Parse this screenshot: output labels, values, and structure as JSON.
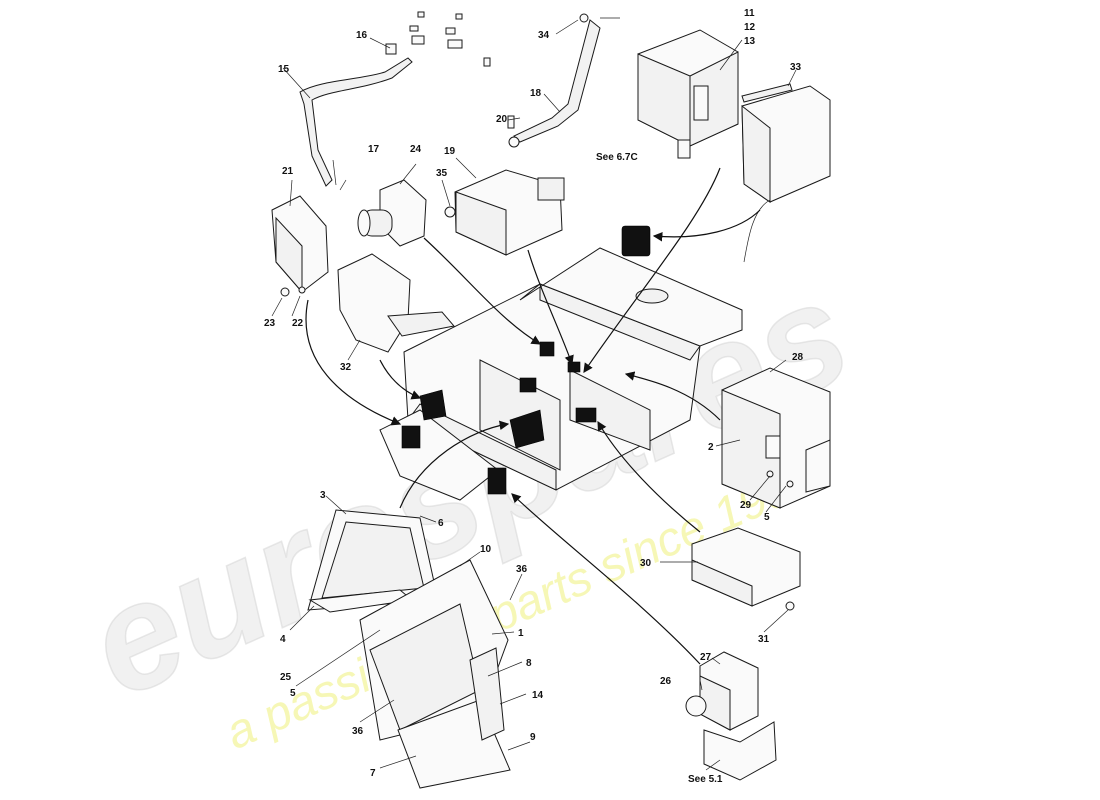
{
  "watermark": {
    "brand": "eurospares",
    "tagline": "a passion for parts since 1985"
  },
  "labels": {
    "n1": "1",
    "n2": "2",
    "n3": "3",
    "n4": "4",
    "n5a": "5",
    "n5b": "5",
    "n6": "6",
    "n7": "7",
    "n8": "8",
    "n9": "9",
    "n10": "10",
    "n11": "11",
    "n12": "12",
    "n13": "13",
    "n14": "14",
    "n15": "15",
    "n16": "16",
    "n17": "17",
    "n18": "18",
    "n19": "19",
    "n20": "20",
    "n21": "21",
    "n22": "22",
    "n23": "23",
    "n24": "24",
    "n25": "25",
    "n26": "26",
    "n27": "27",
    "n28": "28",
    "n29": "29",
    "n30": "30",
    "n31": "31",
    "n32": "32",
    "n33": "33",
    "n34": "34",
    "n35": "35",
    "n36a": "36",
    "n36b": "36"
  },
  "references": {
    "see_6_7c": "See 6.7C",
    "see_5_1": "See 5.1"
  }
}
